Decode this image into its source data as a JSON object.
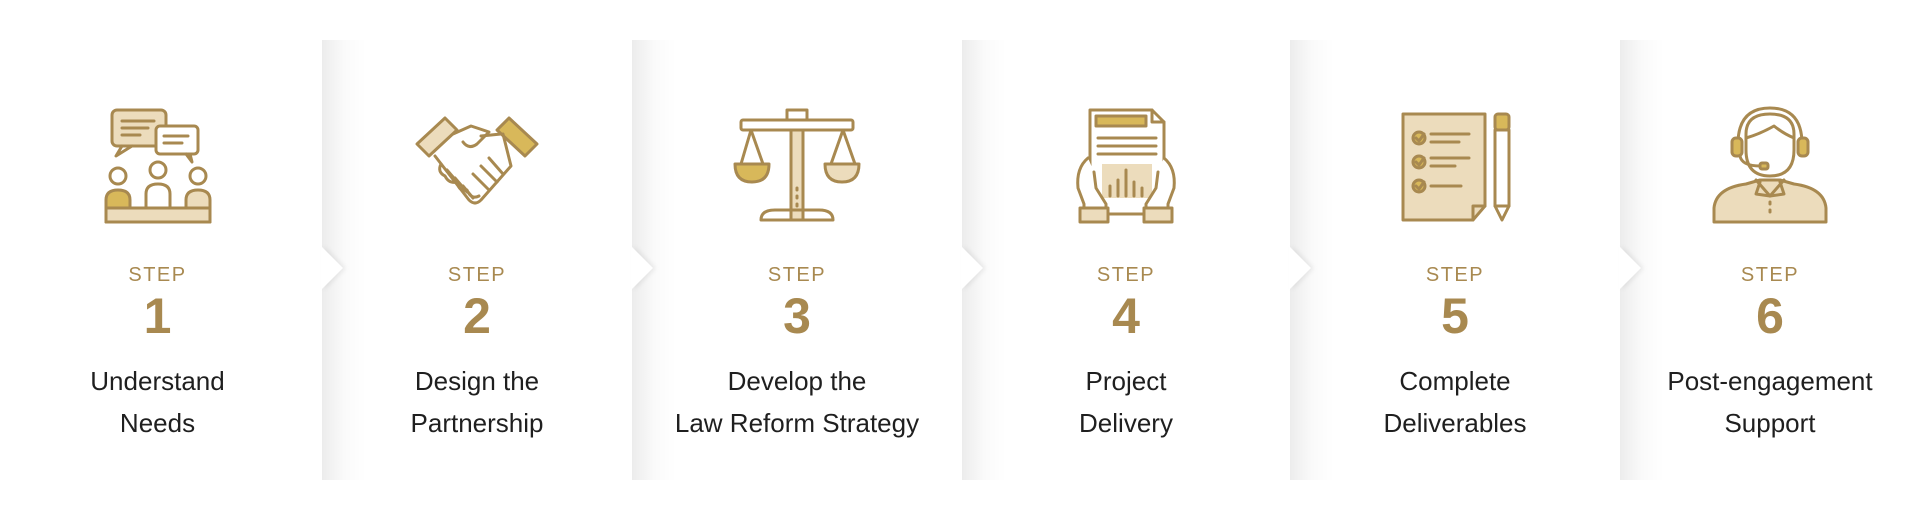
{
  "colors": {
    "accent": "#a88950",
    "fill_gold": "#d8b85a",
    "fill_light": "#ecdcbc",
    "text": "#1f1f1f"
  },
  "step_label": "STEP",
  "steps": [
    {
      "number": "1",
      "title_lines": [
        "Understand",
        "Needs"
      ],
      "icon": "meeting-chat-icon"
    },
    {
      "number": "2",
      "title_lines": [
        "Design the",
        "Partnership"
      ],
      "icon": "handshake-icon"
    },
    {
      "number": "3",
      "title_lines": [
        "Develop the",
        "Law Reform Strategy"
      ],
      "icon": "scales-of-justice-icon"
    },
    {
      "number": "4",
      "title_lines": [
        "Project",
        "Delivery"
      ],
      "icon": "report-document-icon"
    },
    {
      "number": "5",
      "title_lines": [
        "Complete",
        "Deliverables"
      ],
      "icon": "checklist-pencil-icon"
    },
    {
      "number": "6",
      "title_lines": [
        "Post-engagement",
        "Support"
      ],
      "icon": "support-agent-icon"
    }
  ]
}
